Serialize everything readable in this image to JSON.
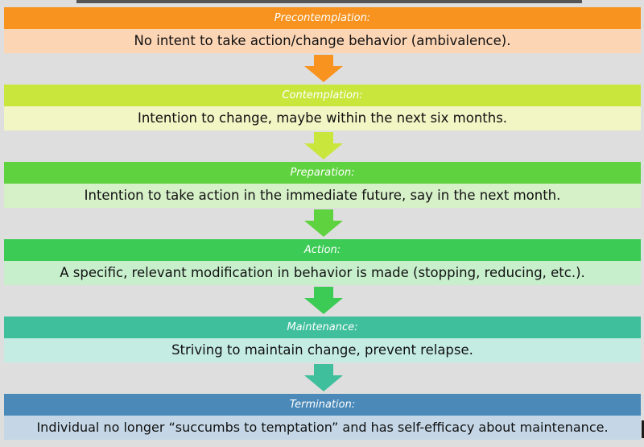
{
  "stages": [
    {
      "title": "Precontemplation:",
      "description": "No intent to take action/change behavior (ambivalence).",
      "header_color": "#f7931e",
      "body_color": "#fcd5b5",
      "arrow_color": "#f7931e"
    },
    {
      "title": "Contemplation:",
      "description": "Intention to change, maybe within the next six months.",
      "header_color": "#c8e63c",
      "body_color": "#f2f5c4",
      "arrow_color": "#c8e63c"
    },
    {
      "title": "Preparation:",
      "description": "Intention to take action in the immediate future, say in the next month.",
      "header_color": "#5fd23f",
      "body_color": "#d6f0c8",
      "arrow_color": "#5fd23f"
    },
    {
      "title": "Action:",
      "description": "A specific, relevant modification in behavior is made (stopping, reducing, etc.).",
      "header_color": "#3ccb55",
      "body_color": "#c7efcc",
      "arrow_color": "#3ccb55"
    },
    {
      "title": "Maintenance:",
      "description": "Striving to maintain change, prevent relapse.",
      "header_color": "#3fbf9c",
      "body_color": "#c4ece2",
      "arrow_color": "#3fbf9c"
    },
    {
      "title": "Termination:",
      "description": "Individual no longer “succumbs to temptation” and has self-efficacy about maintenance.",
      "header_color": "#4a89b8",
      "body_color": "#c5d7e6"
    }
  ]
}
